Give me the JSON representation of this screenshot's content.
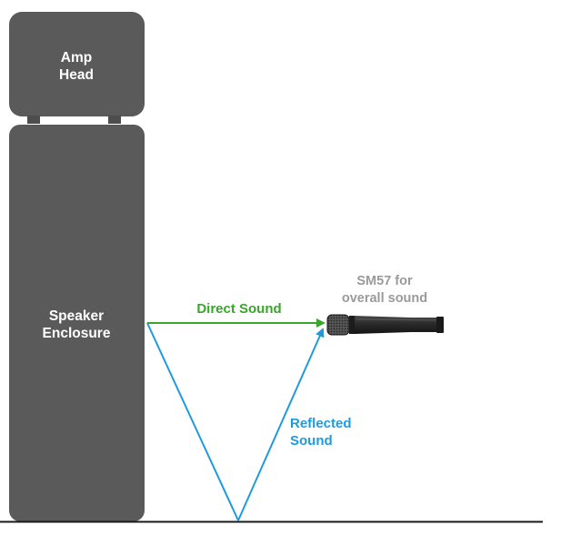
{
  "amp_head": {
    "label_line1": "Amp",
    "label_line2": "Head"
  },
  "speaker_enclosure": {
    "label_line1": "Speaker",
    "label_line2": "Enclosure"
  },
  "direct_sound": {
    "label": "Direct Sound"
  },
  "reflected_sound": {
    "label_line1": "Reflected",
    "label_line2": "Sound"
  },
  "microphone": {
    "label_line1": "SM57 for",
    "label_line2": "overall sound",
    "icon": "microphone-icon"
  },
  "colors": {
    "cabinet": "#5a5a5a",
    "cabinet_text": "#ffffff",
    "direct": "#3aa52b",
    "reflected": "#1e9be0",
    "mic_label": "#9a9a9a",
    "floor": "#1a1a1a",
    "mic_body": "#2a2a2a"
  }
}
